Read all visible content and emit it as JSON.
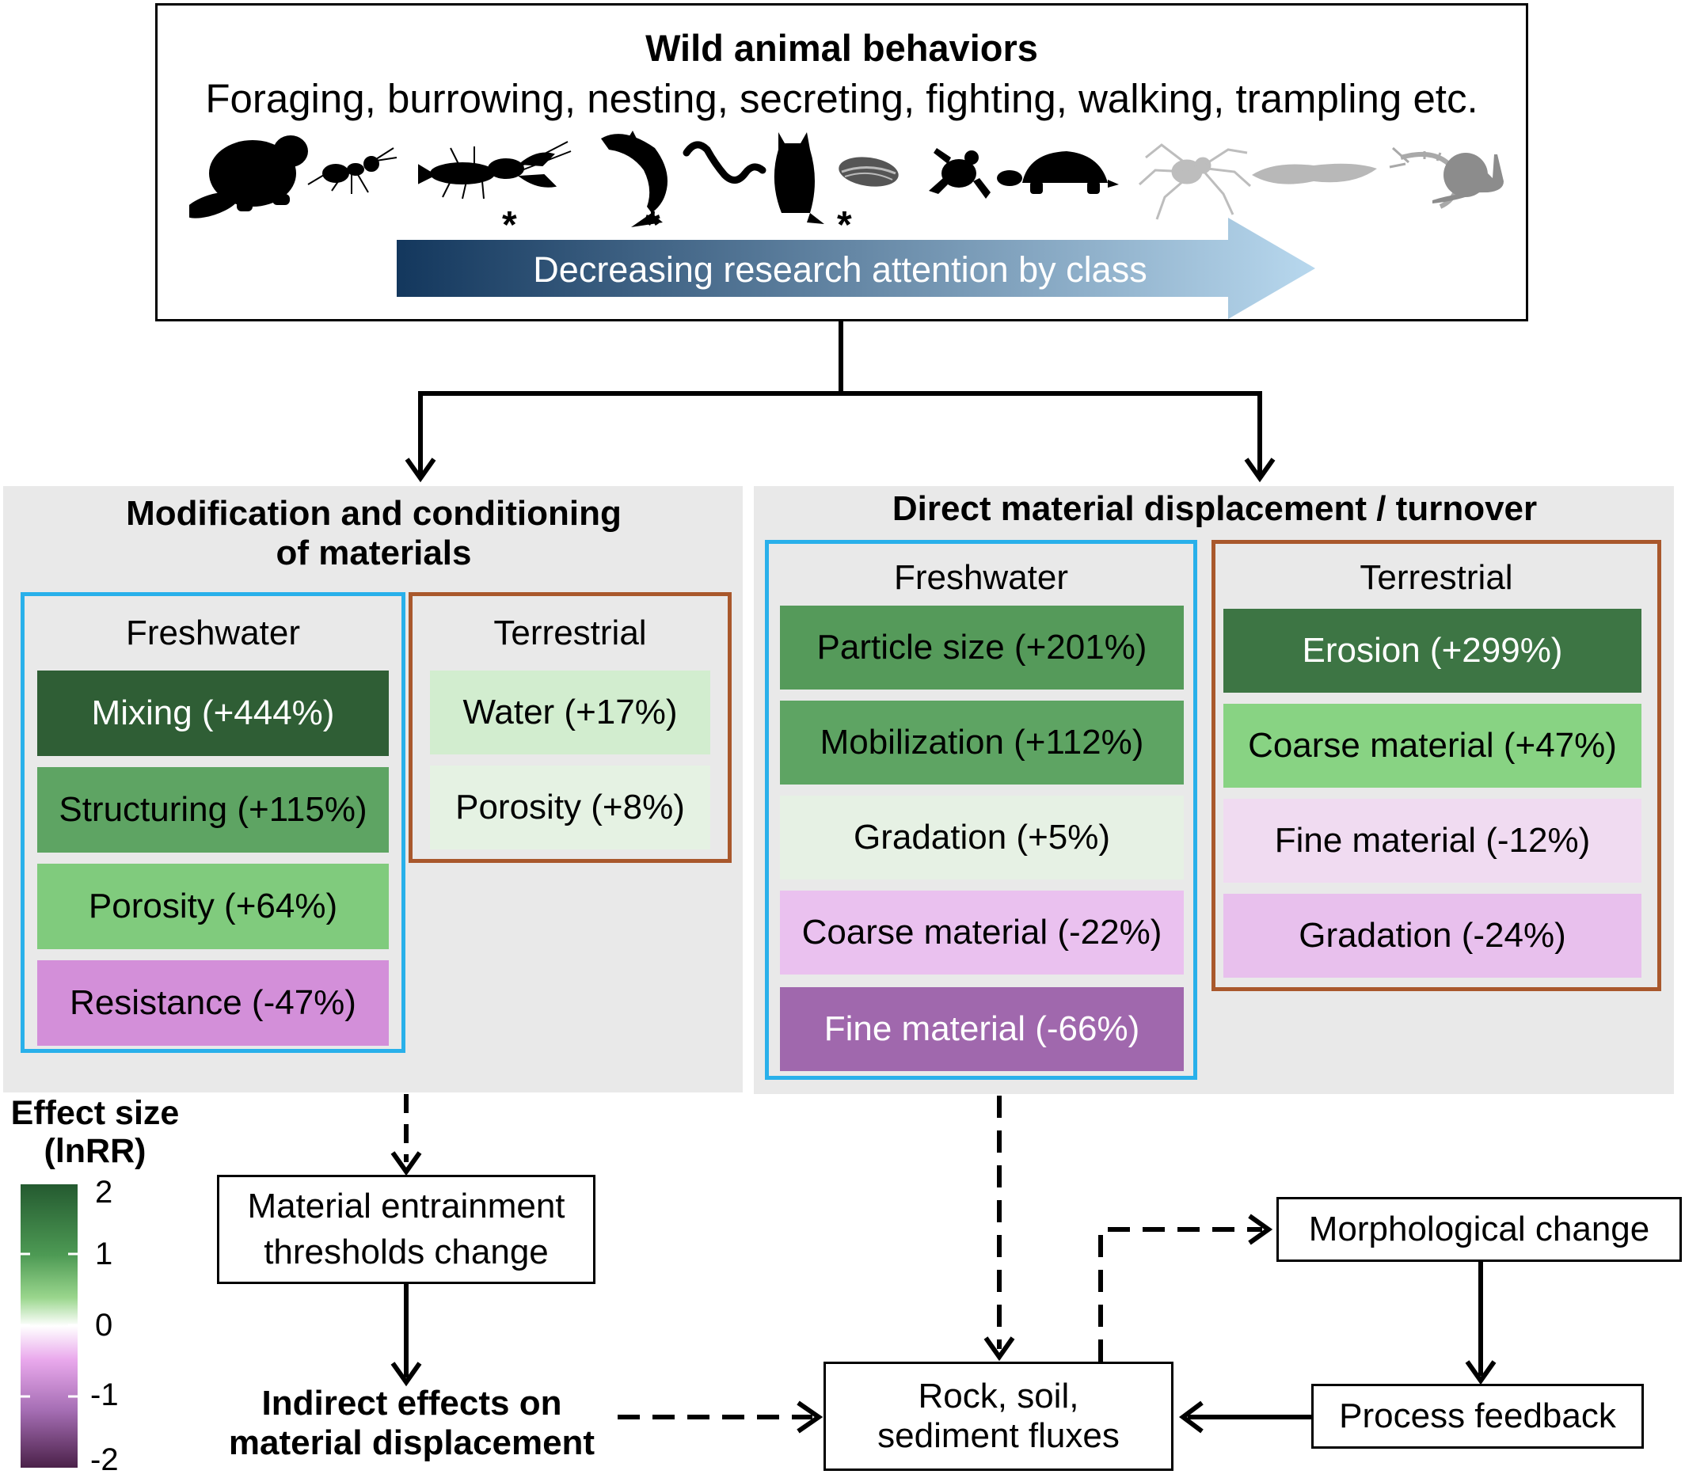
{
  "header": {
    "title": "Wild animal behaviors",
    "subtitle": "Foraging, burrowing, nesting, secreting, fighting, walking, trampling etc.",
    "attention_label": "Decreasing research attention by class",
    "asterisk": "*",
    "colors": {
      "gradient_start": "#13375d",
      "gradient_end": "#b8d8ee"
    }
  },
  "icons": [
    "beaver-icon",
    "ant-icon",
    "crayfish-icon",
    "fish-icon",
    "worm-icon",
    "owl-icon",
    "mussel-icon",
    "frog-icon",
    "turtle-icon",
    "spider-icon",
    "leech-icon",
    "shrimp-icon",
    "snail-icon"
  ],
  "left_panel": {
    "title_line1": "Modification and conditioning",
    "title_line2": "of materials",
    "freshwater": {
      "title": "Freshwater",
      "items": [
        {
          "label": "Mixing (+444%)",
          "lnrr": 1.69,
          "color": "#2f5e35"
        },
        {
          "label": "Structuring (+115%)",
          "lnrr": 0.77,
          "color": "#5ea463"
        },
        {
          "label": "Porosity (+64%)",
          "lnrr": 0.49,
          "color": "#80cb7d"
        },
        {
          "label": "Resistance (-47%)",
          "lnrr": -0.63,
          "color": "#d38fd9"
        }
      ]
    },
    "terrestrial": {
      "title": "Terrestrial",
      "items": [
        {
          "label": "Water (+17%)",
          "lnrr": 0.16,
          "color": "#d2edcf"
        },
        {
          "label": "Porosity (+8%)",
          "lnrr": 0.08,
          "color": "#e5f2e3"
        }
      ]
    }
  },
  "right_panel": {
    "title": "Direct material displacement / turnover",
    "freshwater": {
      "title": "Freshwater",
      "items": [
        {
          "label": "Particle size (+201%)",
          "lnrr": 1.1,
          "color": "#559a5a"
        },
        {
          "label": "Mobilization (+112%)",
          "lnrr": 0.75,
          "color": "#5ea463"
        },
        {
          "label": "Gradation (+5%)",
          "lnrr": 0.05,
          "color": "#e6f1e4"
        },
        {
          "label": "Coarse material (-22%)",
          "lnrr": -0.25,
          "color": "#eac1ef"
        },
        {
          "label": "Fine material (-66%)",
          "lnrr": -1.08,
          "color": "#a068ad"
        }
      ]
    },
    "terrestrial": {
      "title": "Terrestrial",
      "items": [
        {
          "label": "Erosion (+299%)",
          "lnrr": 1.38,
          "color": "#3d7544"
        },
        {
          "label": "Coarse material (+47%)",
          "lnrr": 0.39,
          "color": "#88d383"
        },
        {
          "label": "Fine material (-12%)",
          "lnrr": -0.13,
          "color": "#f0dbf1"
        },
        {
          "label": "Gradation (-24%)",
          "lnrr": -0.27,
          "color": "#e8c0ed"
        }
      ]
    }
  },
  "legend": {
    "title_line1": "Effect size",
    "title_line2": "(lnRR)",
    "ticks": [
      "2",
      "1",
      "0",
      "-1",
      "-2"
    ]
  },
  "flow": {
    "entrainment_line1": "Material entrainment",
    "entrainment_line2": "thresholds change",
    "indirect_line1": "Indirect effects on",
    "indirect_line2": "material displacement",
    "fluxes_line1": "Rock, soil,",
    "fluxes_line2": "sediment fluxes",
    "morph": "Morphological change",
    "feedback": "Process feedback"
  }
}
